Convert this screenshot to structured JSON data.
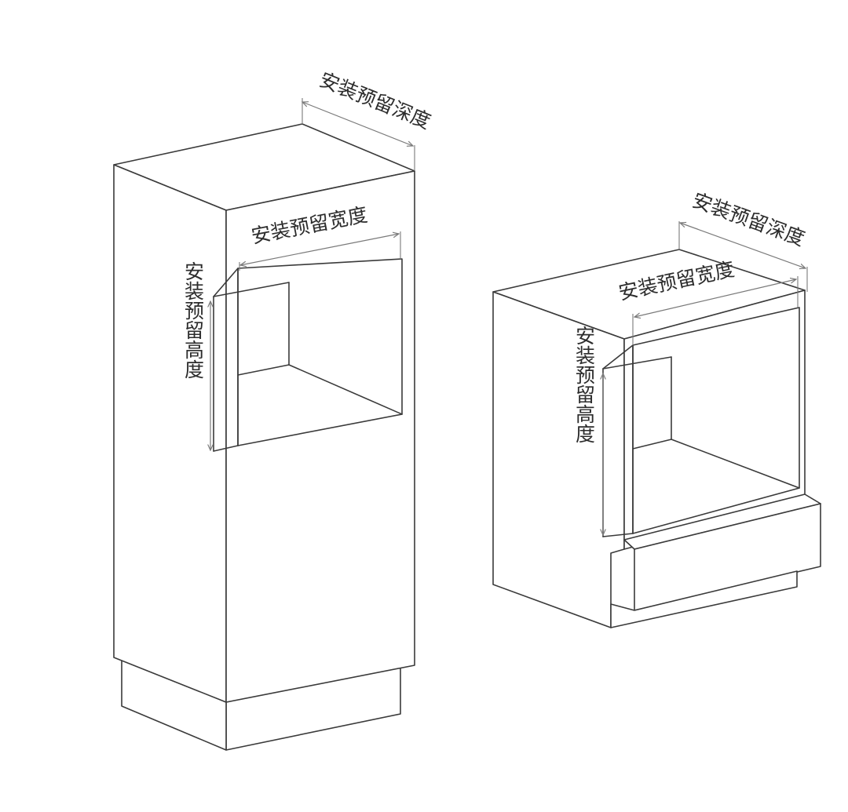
{
  "left_cabinet": {
    "depth_label": "安装预留深度",
    "width_label": "安装预留宽度",
    "height_label": "安装预留高度"
  },
  "right_cabinet": {
    "depth_label": "安装预留深度",
    "width_label": "安装预留宽度",
    "height_label": "安装预留高度"
  }
}
